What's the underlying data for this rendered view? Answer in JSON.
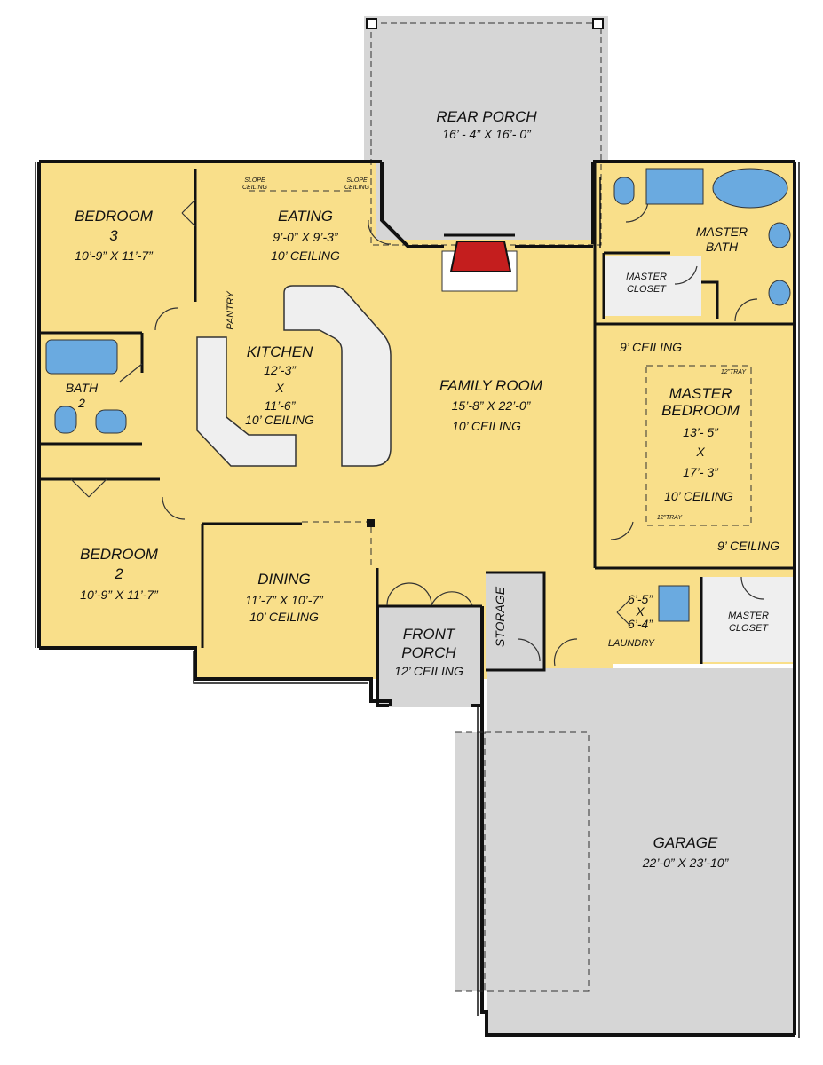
{
  "colors": {
    "room": "#f9df8a",
    "porch": "#d6d6d6",
    "wall": "#111111",
    "fixture": "#6aaae0",
    "fireplace": "#c41e1e",
    "counter": "#efefef"
  },
  "rooms": {
    "rear_porch": {
      "name": "REAR PORCH",
      "dims": "16’ - 4” X 16’- 0”"
    },
    "eating": {
      "name": "EATING",
      "dims": "9’-0” X 9’-3”",
      "ceiling": "10’ CEILING",
      "slope1": "SLOPE",
      "slope1b": "CEILING",
      "slope2": "SLOPE",
      "slope2b": "CEILING"
    },
    "bedroom3": {
      "name": "BEDROOM",
      "num": "3",
      "dims": "10’-9” X 11’-7”"
    },
    "pantry": {
      "name": "PANTRY"
    },
    "kitchen": {
      "name": "KITCHEN",
      "dim1": "12’-3”",
      "x": "X",
      "dim2": "11’-6”",
      "ceiling": "10’ CEILING"
    },
    "bath2": {
      "name": "BATH",
      "num": "2"
    },
    "family_room": {
      "name": "FAMILY ROOM",
      "dims": "15’-8” X 22’-0”",
      "ceiling": "10’ CEILING"
    },
    "master_bath": {
      "name": "MASTER",
      "name2": "BATH"
    },
    "master_closet_1": {
      "name": "MASTER",
      "name2": "CLOSET"
    },
    "master_bedroom": {
      "name": "MASTER",
      "name2": "BEDROOM",
      "dim1": "13’- 5”",
      "x": "X",
      "dim2": "17’- 3”",
      "ceiling": "10’ CEILING",
      "ceiling_top": "9’ CEILING",
      "ceiling_bottom": "9’ CEILING",
      "tray_top": "12”TRAY",
      "tray_bottom": "12”TRAY"
    },
    "bedroom2": {
      "name": "BEDROOM",
      "num": "2",
      "dims": "10’-9” X 11’-7”"
    },
    "dining": {
      "name": "DINING",
      "dims": "11’-7” X 10’-7”",
      "ceiling": "10’ CEILING"
    },
    "front_porch": {
      "name": "FRONT",
      "name2": "PORCH",
      "ceiling": "12’ CEILING"
    },
    "storage": {
      "name": "STORAGE"
    },
    "laundry": {
      "name": "LAUNDRY",
      "dim1": "6’-5”",
      "x": "X",
      "dim2": "6’-4”"
    },
    "master_closet_2": {
      "name": "MASTER",
      "name2": "CLOSET"
    },
    "garage": {
      "name": "GARAGE",
      "dims": "22’-0” X 23’-10”"
    }
  }
}
